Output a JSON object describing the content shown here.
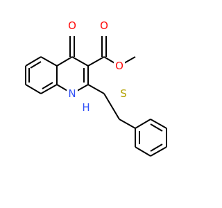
{
  "molecule": {
    "atoms": {
      "oxygen_ketone": {
        "label": "O",
        "color": "#ff0d0d"
      },
      "oxygen_carbonyl": {
        "label": "O",
        "color": "#ff0d0d"
      },
      "oxygen_ester": {
        "label": "O",
        "color": "#ff0d0d"
      },
      "nitrogen": {
        "label": "N",
        "color": "#3050f8"
      },
      "hydrogen": {
        "label": "H",
        "color": "#3050f8"
      },
      "sulfur": {
        "label": "S",
        "color": "#b2a100"
      }
    }
  }
}
